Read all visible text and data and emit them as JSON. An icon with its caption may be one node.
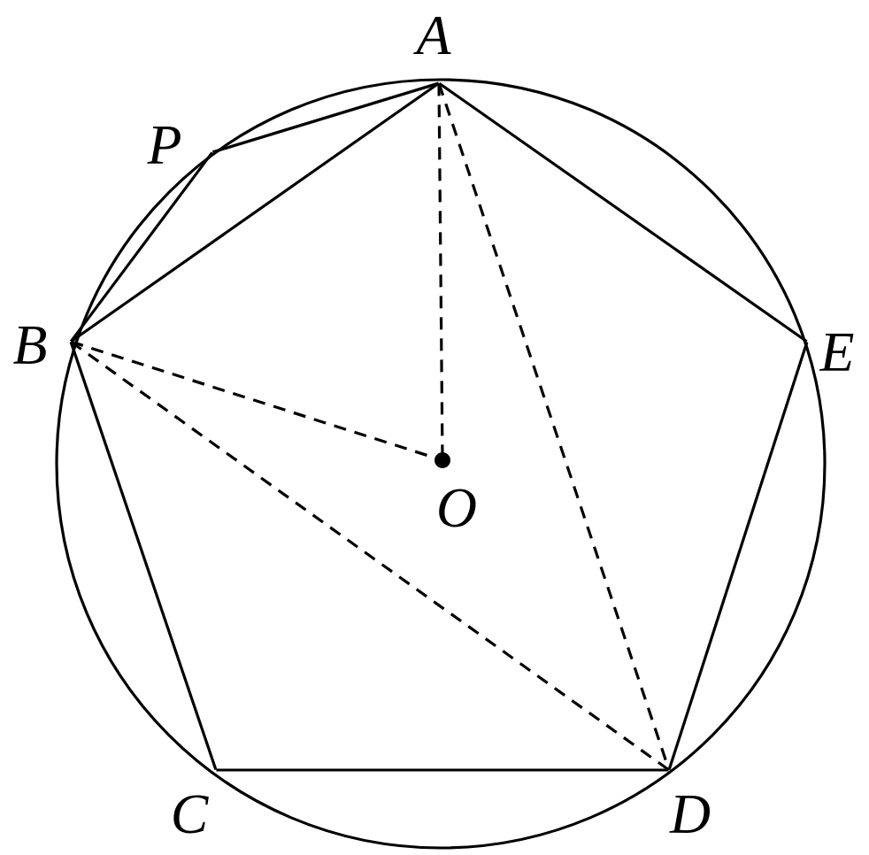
{
  "diagram": {
    "nodes": [
      {
        "text": [
          "A"
        ]
      },
      {
        "text": [
          "P"
        ]
      },
      {
        "text": [
          "B"
        ]
      },
      {
        "text": [
          "E"
        ]
      },
      {
        "text": [
          "O"
        ]
      },
      {
        "text": [
          "C"
        ]
      },
      {
        "text": [
          "D"
        ]
      }
    ],
    "edges": [
      {
        "from": 0,
        "to": 2,
        "arrow": "none"
      },
      {
        "from": 2,
        "to": 5,
        "arrow": "none"
      },
      {
        "from": 5,
        "to": 6,
        "arrow": "none"
      },
      {
        "from": 6,
        "to": 3,
        "arrow": "none"
      },
      {
        "from": 3,
        "to": 0,
        "arrow": "none"
      },
      {
        "from": 1,
        "to": 0,
        "arrow": "none"
      },
      {
        "from": 1,
        "to": 2,
        "arrow": "none"
      },
      {
        "from": 0,
        "to": 4,
        "arrow": "none",
        "style": "dashed"
      },
      {
        "from": 2,
        "to": 4,
        "arrow": "none",
        "style": "dashed"
      },
      {
        "from": 2,
        "to": 6,
        "arrow": "none",
        "style": "dashed"
      },
      {
        "from": 0,
        "to": 6,
        "arrow": "none",
        "style": "dashed"
      }
    ]
  }
}
